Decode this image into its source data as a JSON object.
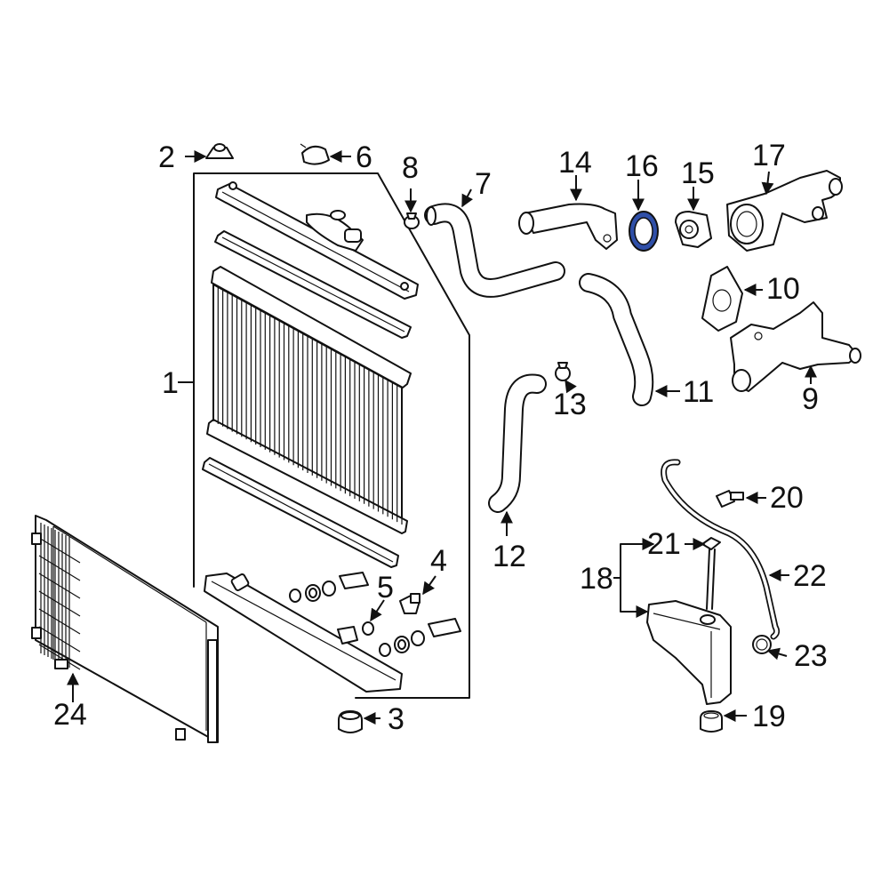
{
  "callouts": {
    "p1": "1",
    "p2": "2",
    "p3": "3",
    "p4": "4",
    "p5": "5",
    "p6": "6",
    "p7": "7",
    "p8": "8",
    "p9": "9",
    "p10": "10",
    "p11": "11",
    "p12": "12",
    "p13": "13",
    "p14": "14",
    "p15": "15",
    "p16": "16",
    "p17": "17",
    "p18": "18",
    "p19": "19",
    "p20": "20",
    "p21": "21",
    "p22": "22",
    "p23": "23",
    "p24": "24"
  },
  "colors": {
    "line": "#111111",
    "highlight": "#2f4fa8",
    "background": "#ffffff"
  }
}
